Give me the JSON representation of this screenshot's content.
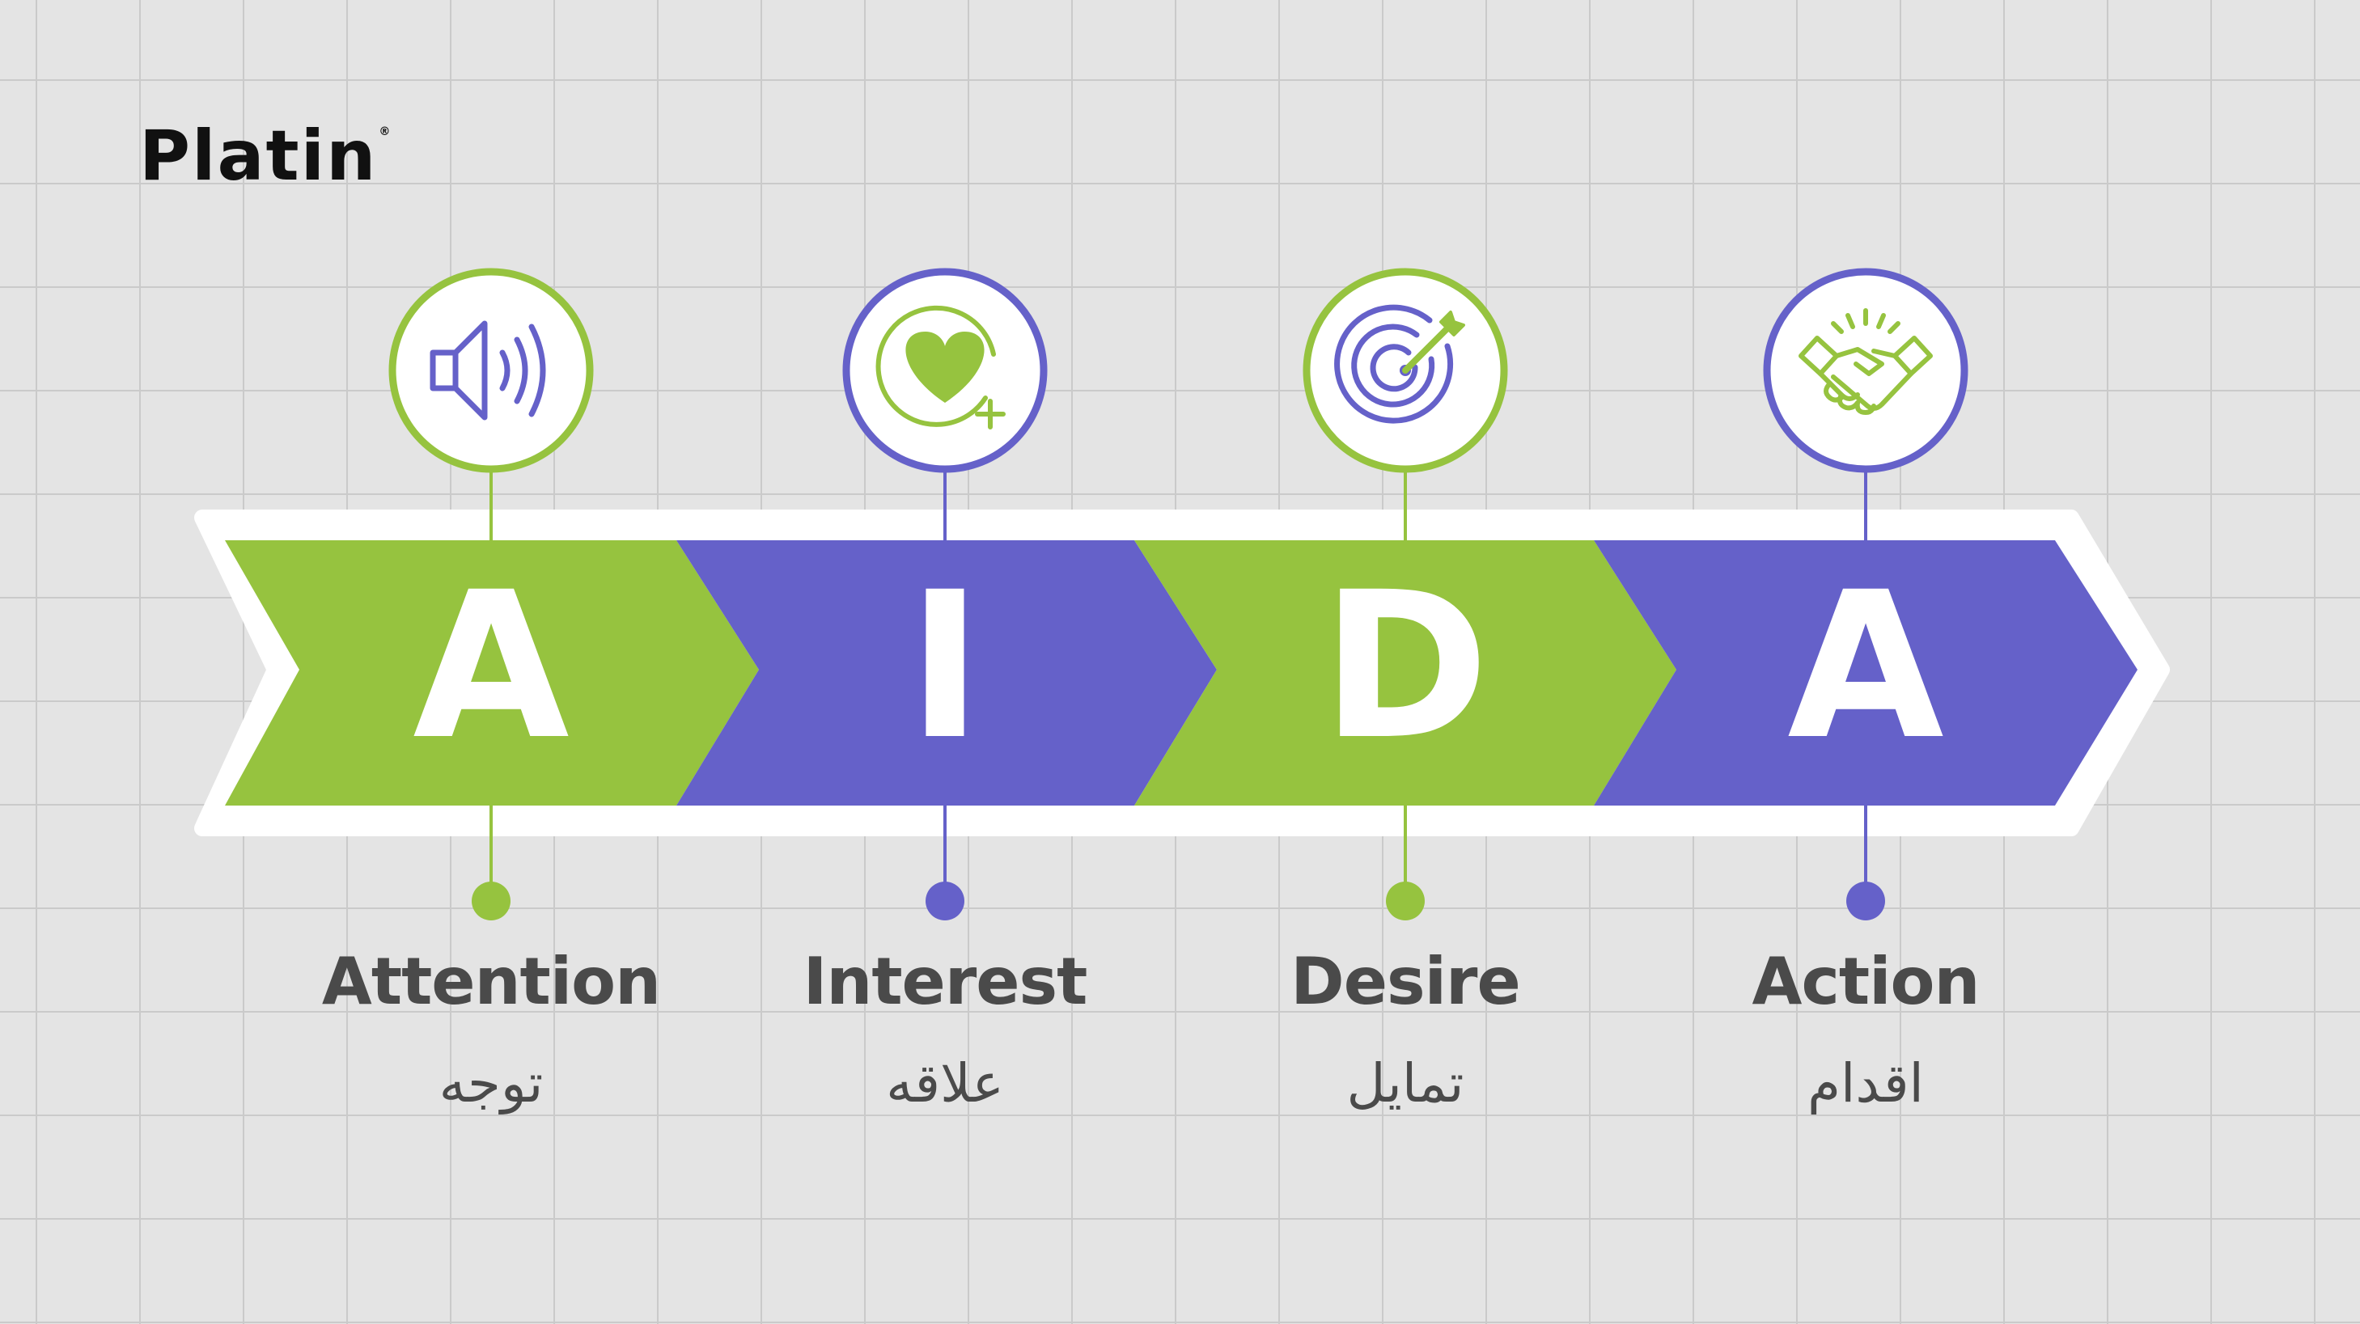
{
  "brand": {
    "logo_text": "Platin",
    "registered_mark": "®"
  },
  "colors": {
    "green": "#96c33f",
    "purple": "#6561c9",
    "white": "#ffffff",
    "text": "#4a4a4a"
  },
  "stages": [
    {
      "letter": "A",
      "title_en": "Attention",
      "title_fa": "توجه",
      "color": "green",
      "icon": "speaker-icon"
    },
    {
      "letter": "I",
      "title_en": "Interest",
      "title_fa": "علاقه",
      "color": "purple",
      "icon": "heart-plus-icon"
    },
    {
      "letter": "D",
      "title_en": "Desire",
      "title_fa": "تمایل",
      "color": "green",
      "icon": "target-icon"
    },
    {
      "letter": "A",
      "title_en": "Action",
      "title_fa": "اقدام",
      "color": "purple",
      "icon": "handshake-icon"
    }
  ]
}
